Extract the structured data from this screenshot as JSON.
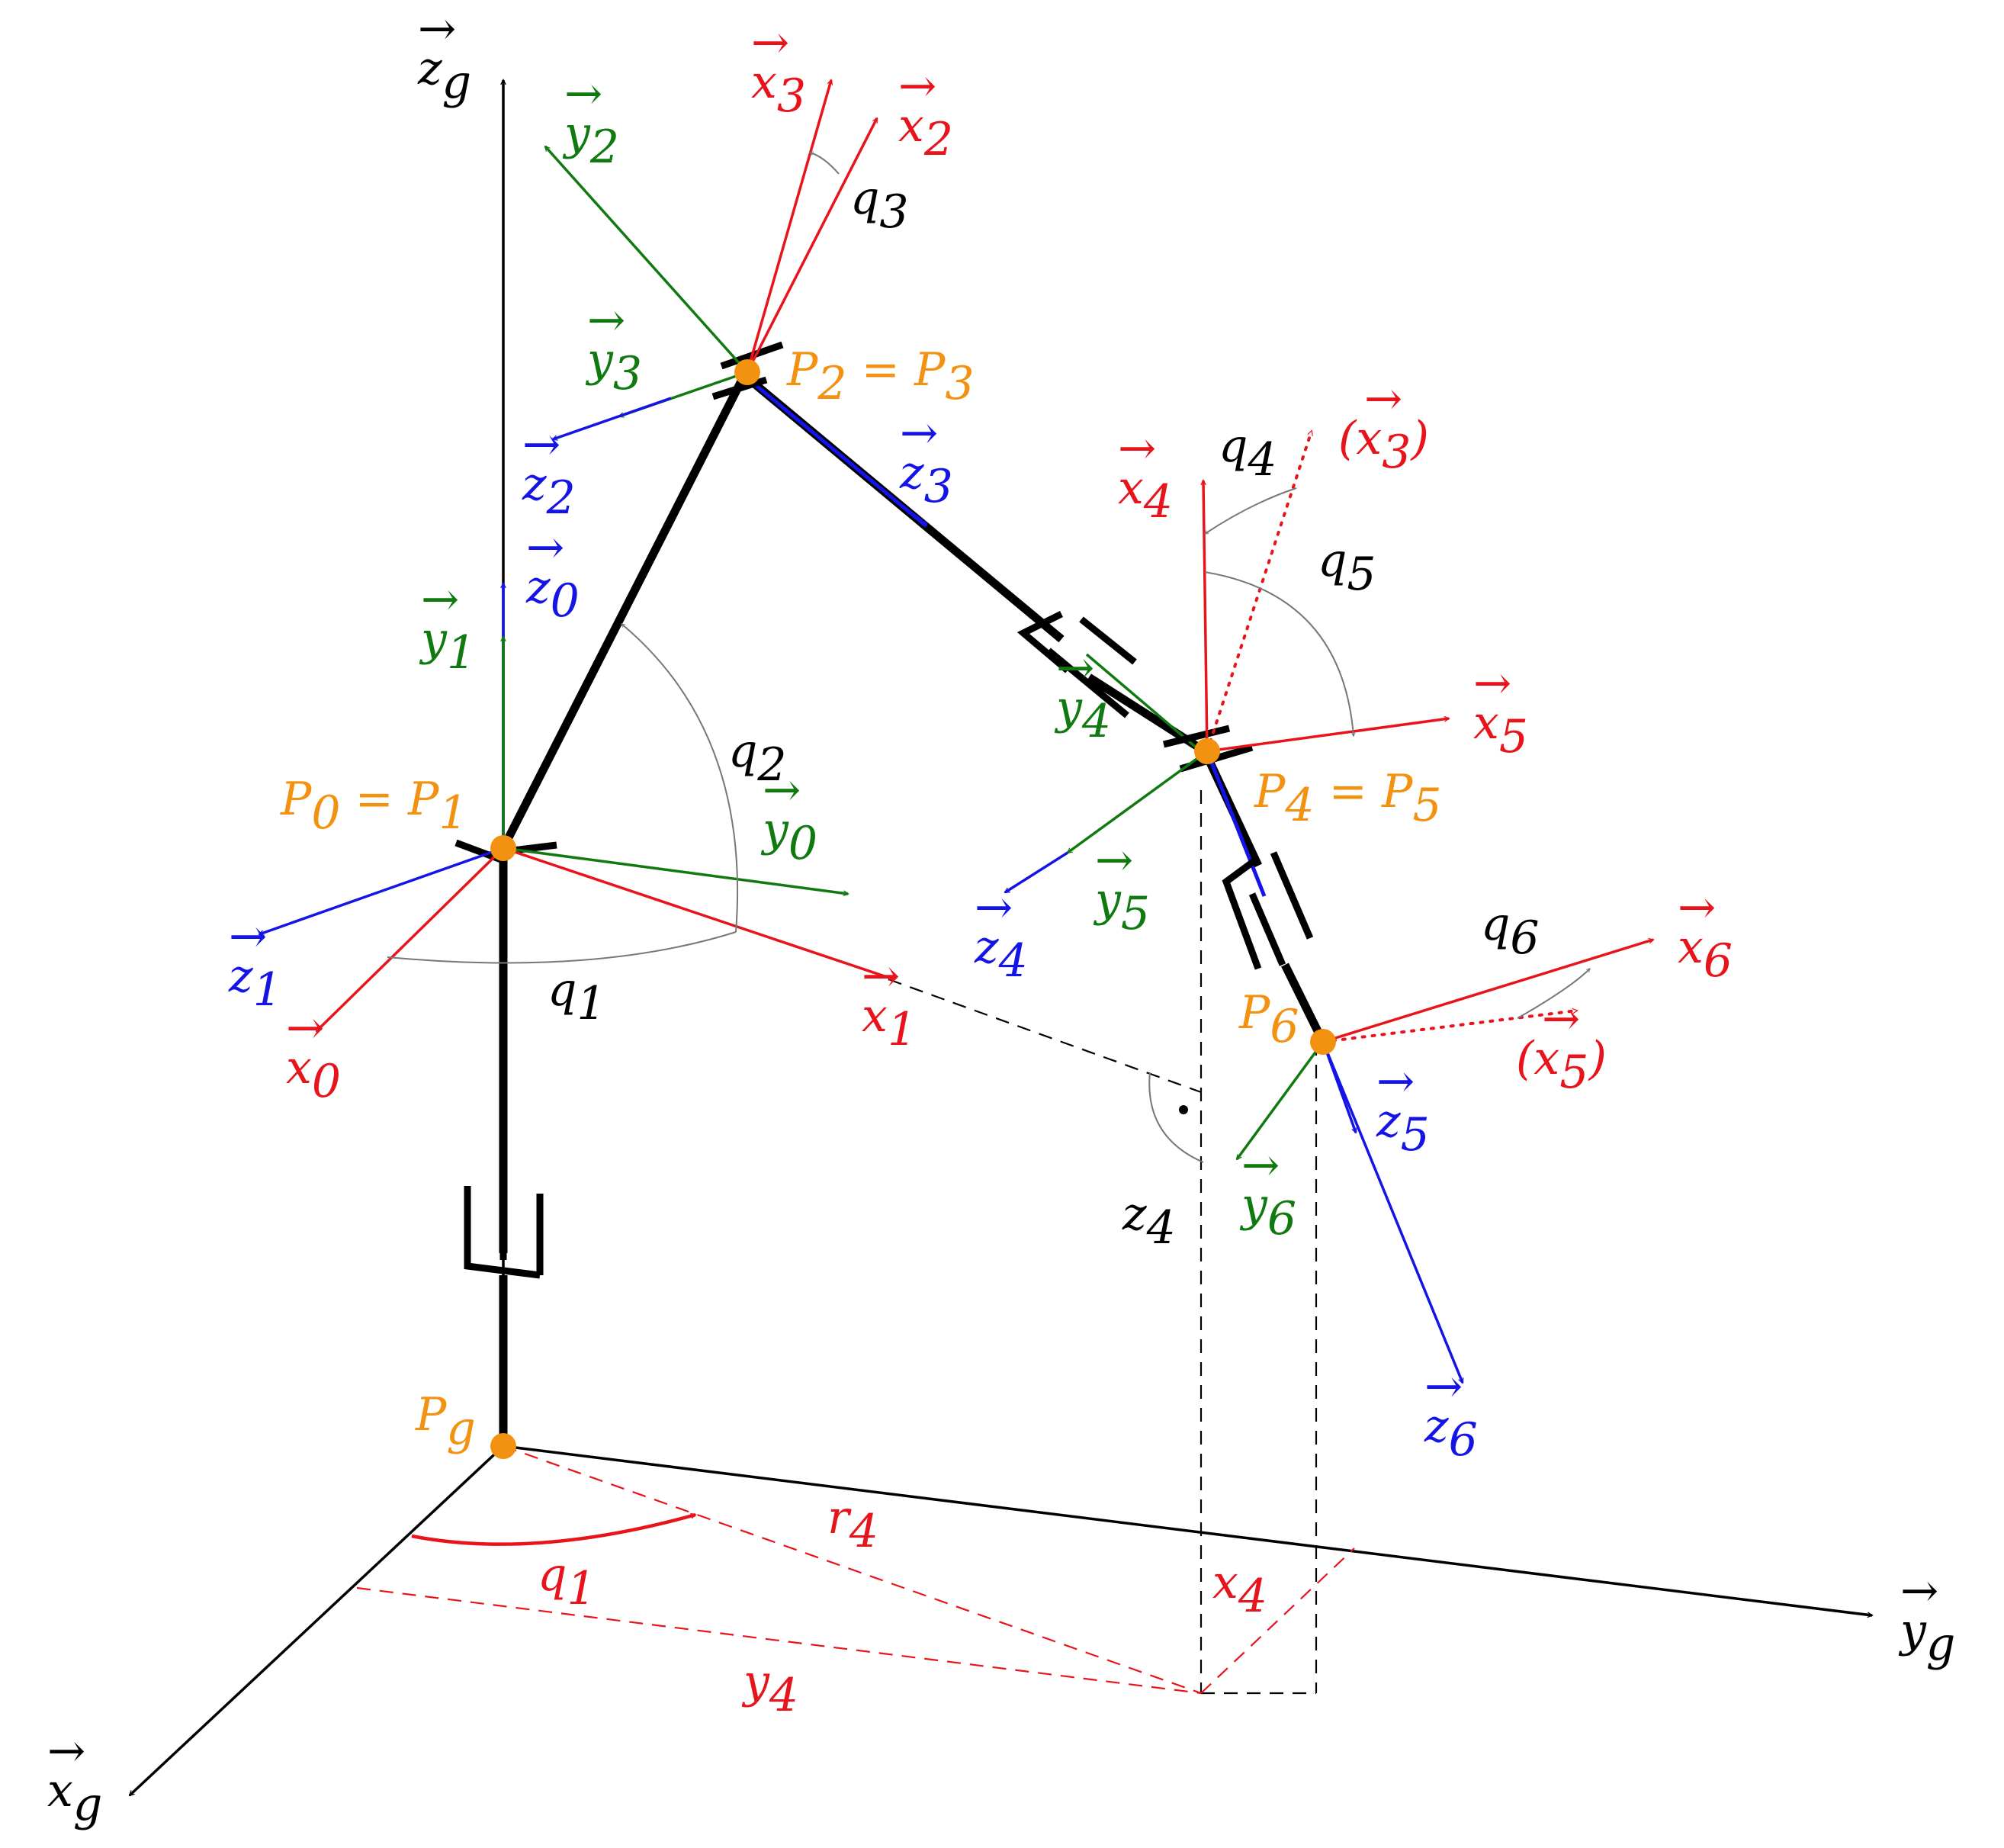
{
  "colors": {
    "x_axis": "#e8141c",
    "y_axis": "#107a10",
    "z_axis": "#1414e6",
    "point": "#f39110",
    "global": "#000000",
    "angle_arc": "#777777",
    "projection": "#e8141c"
  },
  "global_frame": {
    "x": {
      "base": "x",
      "sub": "g"
    },
    "y": {
      "base": "y",
      "sub": "g"
    },
    "z": {
      "base": "z",
      "sub": "g"
    }
  },
  "points": {
    "pg": {
      "base": "P",
      "sub": "g"
    },
    "p01": {
      "a": "P",
      "a_sub": "0",
      "eq": " = ",
      "b": "P",
      "b_sub": "1"
    },
    "p23": {
      "a": "P",
      "a_sub": "2",
      "eq": " = ",
      "b": "P",
      "b_sub": "3"
    },
    "p45": {
      "a": "P",
      "a_sub": "4",
      "eq": " = ",
      "b": "P",
      "b_sub": "5"
    },
    "p6": {
      "base": "P",
      "sub": "6"
    }
  },
  "frame_axes": {
    "x0": {
      "base": "x",
      "sub": "0"
    },
    "y0": {
      "base": "y",
      "sub": "0"
    },
    "z0": {
      "base": "z",
      "sub": "0"
    },
    "x1": {
      "base": "x",
      "sub": "1"
    },
    "y1": {
      "base": "y",
      "sub": "1"
    },
    "z1": {
      "base": "z",
      "sub": "1"
    },
    "x2": {
      "base": "x",
      "sub": "2"
    },
    "y2": {
      "base": "y",
      "sub": "2"
    },
    "z2": {
      "base": "z",
      "sub": "2"
    },
    "x3": {
      "base": "x",
      "sub": "3"
    },
    "y3": {
      "base": "y",
      "sub": "3"
    },
    "z3": {
      "base": "z",
      "sub": "3"
    },
    "x3p": {
      "open": "(",
      "base": "x",
      "sub": "3",
      "close": ")"
    },
    "x4": {
      "base": "x",
      "sub": "4"
    },
    "y4": {
      "base": "y",
      "sub": "4"
    },
    "z4": {
      "base": "z",
      "sub": "4"
    },
    "x5": {
      "base": "x",
      "sub": "5"
    },
    "y5": {
      "base": "y",
      "sub": "5"
    },
    "z5": {
      "base": "z",
      "sub": "5"
    },
    "x5p": {
      "open": "(",
      "base": "x",
      "sub": "5",
      "close": ")"
    },
    "x6": {
      "base": "x",
      "sub": "6"
    },
    "y6": {
      "base": "y",
      "sub": "6"
    },
    "z6": {
      "base": "z",
      "sub": "6"
    }
  },
  "joint_angles": {
    "q1": {
      "base": "q",
      "sub": "1"
    },
    "q2": {
      "base": "q",
      "sub": "2"
    },
    "q3": {
      "base": "q",
      "sub": "3"
    },
    "q4": {
      "base": "q",
      "sub": "4"
    },
    "q5": {
      "base": "q",
      "sub": "5"
    },
    "q6": {
      "base": "q",
      "sub": "6"
    },
    "q1_ground": {
      "base": "q",
      "sub": "1"
    }
  },
  "coordinates": {
    "x4": {
      "base": "x",
      "sub": "4"
    },
    "y4": {
      "base": "y",
      "sub": "4"
    },
    "z4": {
      "base": "z",
      "sub": "4"
    },
    "r4": {
      "base": "r",
      "sub": "4"
    }
  }
}
